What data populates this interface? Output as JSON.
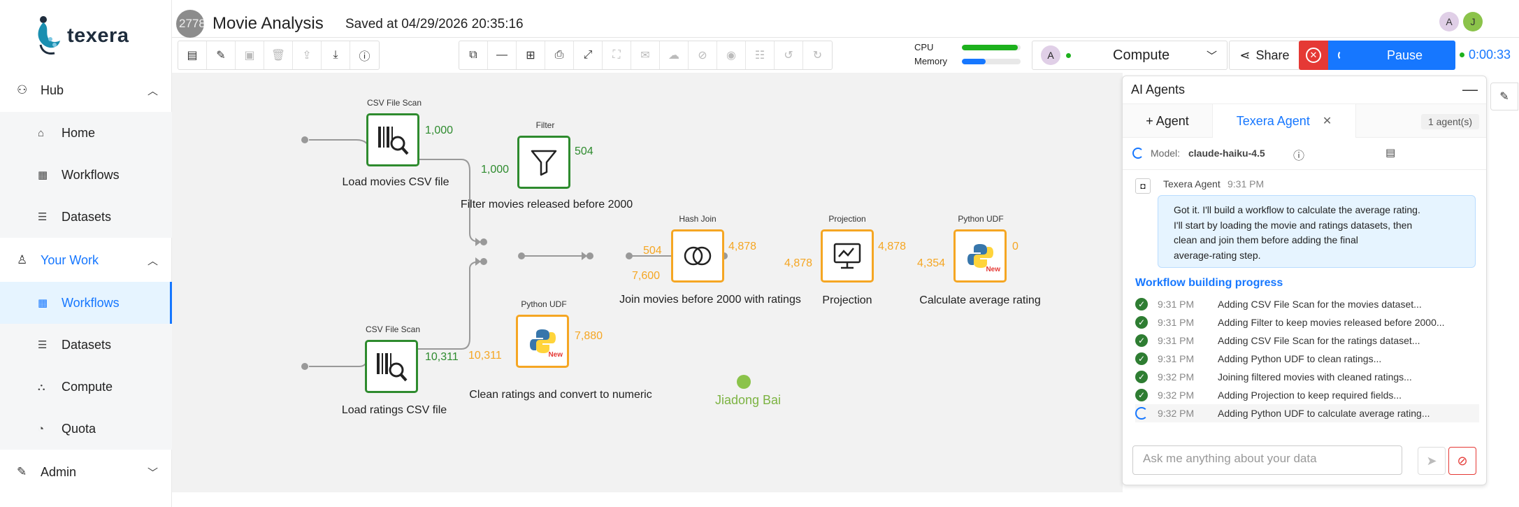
{
  "app": {
    "logo_text": "texera"
  },
  "sidebar": {
    "hub": {
      "label": "Hub",
      "items": [
        {
          "label": "Home"
        },
        {
          "label": "Workflows"
        },
        {
          "label": "Datasets"
        }
      ]
    },
    "your_work": {
      "label": "Your Work",
      "items": [
        {
          "label": "Workflows"
        },
        {
          "label": "Datasets"
        },
        {
          "label": "Compute"
        },
        {
          "label": "Quota"
        }
      ]
    },
    "admin": {
      "label": "Admin"
    }
  },
  "header": {
    "workflow_id": "2778",
    "workflow_name": "Movie Analysis",
    "saved_text": "Saved at 04/29/2026 20:35:16",
    "users": [
      "A",
      "J"
    ]
  },
  "toolbar": {
    "cpu_label": "CPU",
    "memory_label": "Memory",
    "cpu_usage": 0.95,
    "memory_usage": 0.4,
    "compute_user": "A",
    "compute_label": "Compute",
    "share_label": "Share",
    "pause_label": "Pause",
    "timer": "0:00:33"
  },
  "canvas": {
    "operators": [
      {
        "type": "CSV File Scan",
        "label": "Load movies CSV file"
      },
      {
        "type": "Filter",
        "label": "Filter movies released before 2000"
      },
      {
        "type": "Hash Join",
        "label": "Join movies before 2000 with ratings"
      },
      {
        "type": "Projection",
        "label": "Projection"
      },
      {
        "type": "Python UDF",
        "label": "Calculate average rating",
        "badge": "New"
      },
      {
        "type": "CSV File Scan",
        "label": "Load ratings CSV file"
      },
      {
        "type": "Python UDF",
        "label": "Clean ratings and convert to numeric",
        "badge": "New"
      }
    ],
    "counts": {
      "scan1_out": "1,000",
      "filter_in": "1,000",
      "filter_out": "504",
      "join_in1": "504",
      "join_in2": "7,600",
      "join_out": "4,878",
      "proj_in": "4,878",
      "proj_out": "4,878",
      "udf2_in": "4,354",
      "udf2_out": "0",
      "scan2_out": "10,311",
      "udf1_in": "10,311",
      "udf1_out": "7,880"
    },
    "collaborator": "Jiadong Bai"
  },
  "agent_panel": {
    "title": "AI Agents",
    "add_agent": "+ Agent",
    "active_tab": "Texera Agent",
    "agent_count": "1 agent(s)",
    "model_prefix": "Model:",
    "model_name": "claude-haiku-4.5",
    "sender": "Texera Agent",
    "sender_time": "9:31 PM",
    "message_lines": [
      "Got it. I'll build a workflow to calculate the average rating.",
      "I'll start by loading the movie and ratings datasets, then",
      "clean and join them before adding the final",
      "average-rating step."
    ],
    "progress_title": "Workflow building progress",
    "steps": [
      {
        "time": "9:31 PM",
        "text": "Adding CSV File Scan for the movies dataset..."
      },
      {
        "time": "9:31 PM",
        "text": "Adding Filter to keep movies released before 2000..."
      },
      {
        "time": "9:31 PM",
        "text": "Adding CSV File Scan for the ratings dataset..."
      },
      {
        "time": "9:31 PM",
        "text": "Adding Python UDF to clean ratings..."
      },
      {
        "time": "9:32 PM",
        "text": "Joining filtered movies with cleaned ratings..."
      },
      {
        "time": "9:32 PM",
        "text": "Adding Projection to keep required fields..."
      },
      {
        "time": "9:32 PM",
        "text": "Adding Python UDF to calculate average rating..."
      }
    ],
    "input_placeholder": "Ask me anything about your data"
  },
  "colors": {
    "accent": "#1677ff",
    "done": "#2e8b2e",
    "running": "#f5a623",
    "danger": "#e53935"
  }
}
